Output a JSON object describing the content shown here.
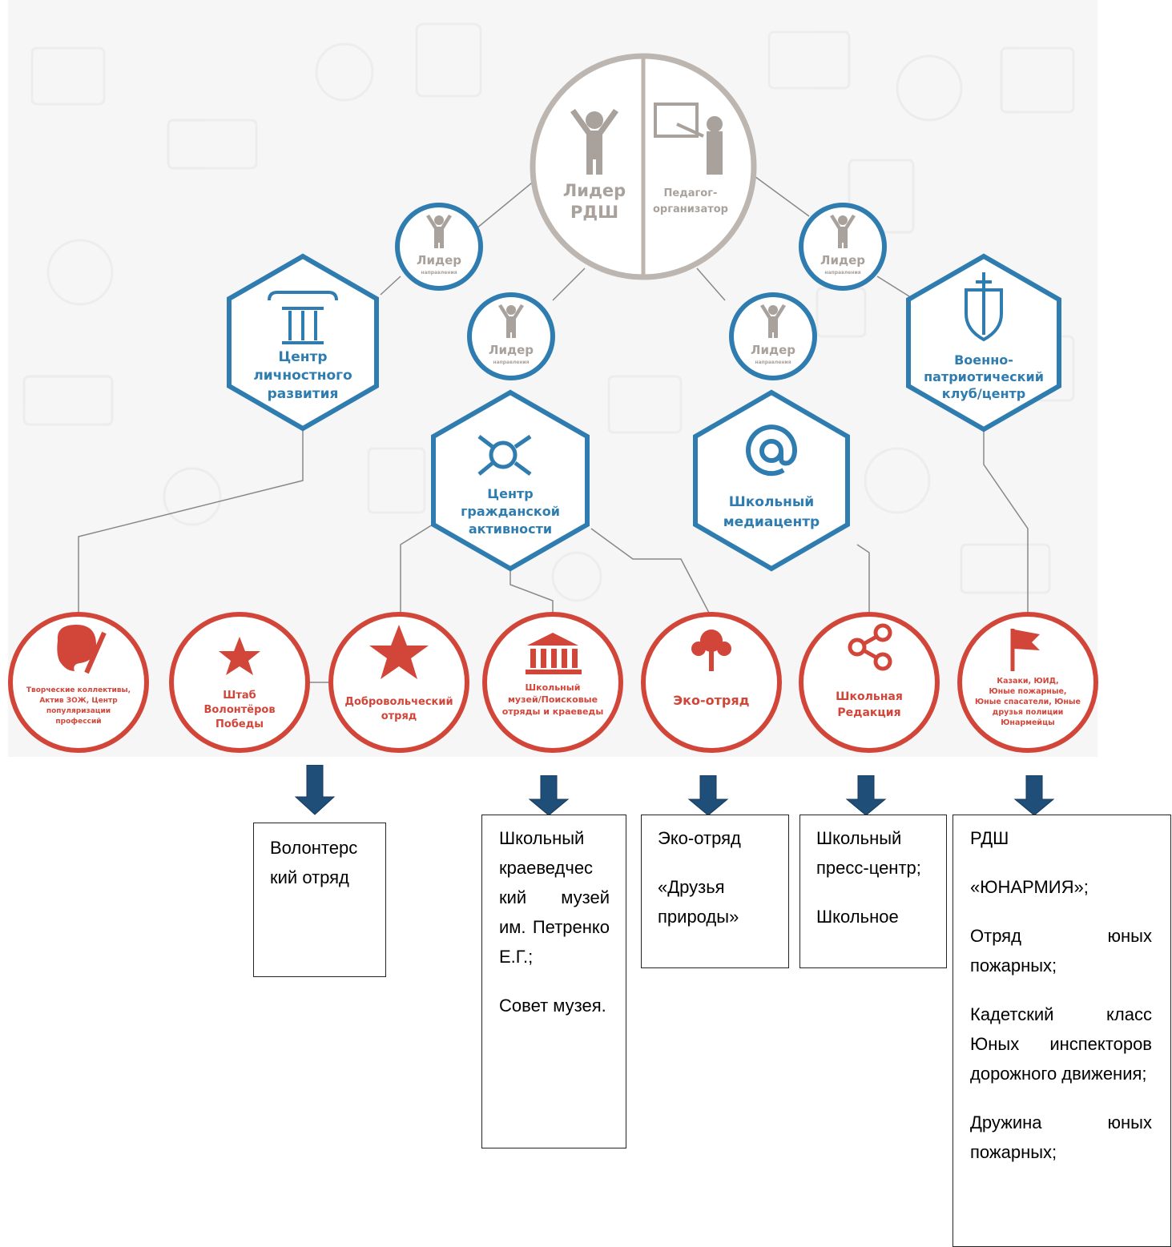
{
  "top": {
    "leader_title": "Лидер",
    "leader_sub": "РДШ",
    "teacher_title": "Педагог-",
    "teacher_sub": "организатор"
  },
  "direction_leader": {
    "title": "Лидер",
    "sub": "направления"
  },
  "hexagons": [
    {
      "lines": [
        "Центр",
        "личностного",
        "развития"
      ]
    },
    {
      "lines": [
        "Центр",
        "гражданской",
        "активности"
      ]
    },
    {
      "lines": [
        "Школьный",
        "медиацентр"
      ]
    },
    {
      "lines": [
        "Военно-",
        "патриотический",
        "клуб/центр"
      ]
    }
  ],
  "circles": [
    {
      "lines": [
        "Творческие коллективы,",
        "Актив ЗОЖ, Центр",
        "популяризации",
        "профессий"
      ]
    },
    {
      "lines": [
        "Штаб",
        "Волонтёров",
        "Победы"
      ]
    },
    {
      "lines": [
        "Добровольческий",
        "отряд"
      ]
    },
    {
      "lines": [
        "Школьный",
        "музей/Поисковые",
        "отряды и краеведы"
      ]
    },
    {
      "lines": [
        "Эко-отряд"
      ]
    },
    {
      "lines": [
        "Школьная",
        "Редакция"
      ]
    },
    {
      "lines": [
        "Казаки, ЮИД,",
        "Юные пожарные,",
        "Юные спасатели, Юные",
        "друзья полиции",
        "Юнармейцы"
      ]
    }
  ],
  "boxes": {
    "volunteer": {
      "p1": "Волонтерс кий отряд"
    },
    "museum": {
      "p1": "Школьный краеведчес кий музей им. Петренко Е.Г.;",
      "p2": "Совет музея."
    },
    "eco": {
      "p1": "Эко-отряд",
      "p2": "«Друзья природы»"
    },
    "press": {
      "p1": "Школьный пресс-центр;",
      "p2": "Школьное"
    },
    "rdsh": {
      "p1": "РДШ",
      "p2": "«ЮНАРМИЯ»;",
      "p3": "Отряд юных пожарных;",
      "p4": "Кадетский класс Юных инспекторов дорожного движения;",
      "p5": "Дружина юных пожарных;"
    }
  },
  "colors": {
    "blue": "#2f7db0",
    "red": "#d2463a",
    "grey": "#a9a19b",
    "arrow": "#1f4e79"
  }
}
